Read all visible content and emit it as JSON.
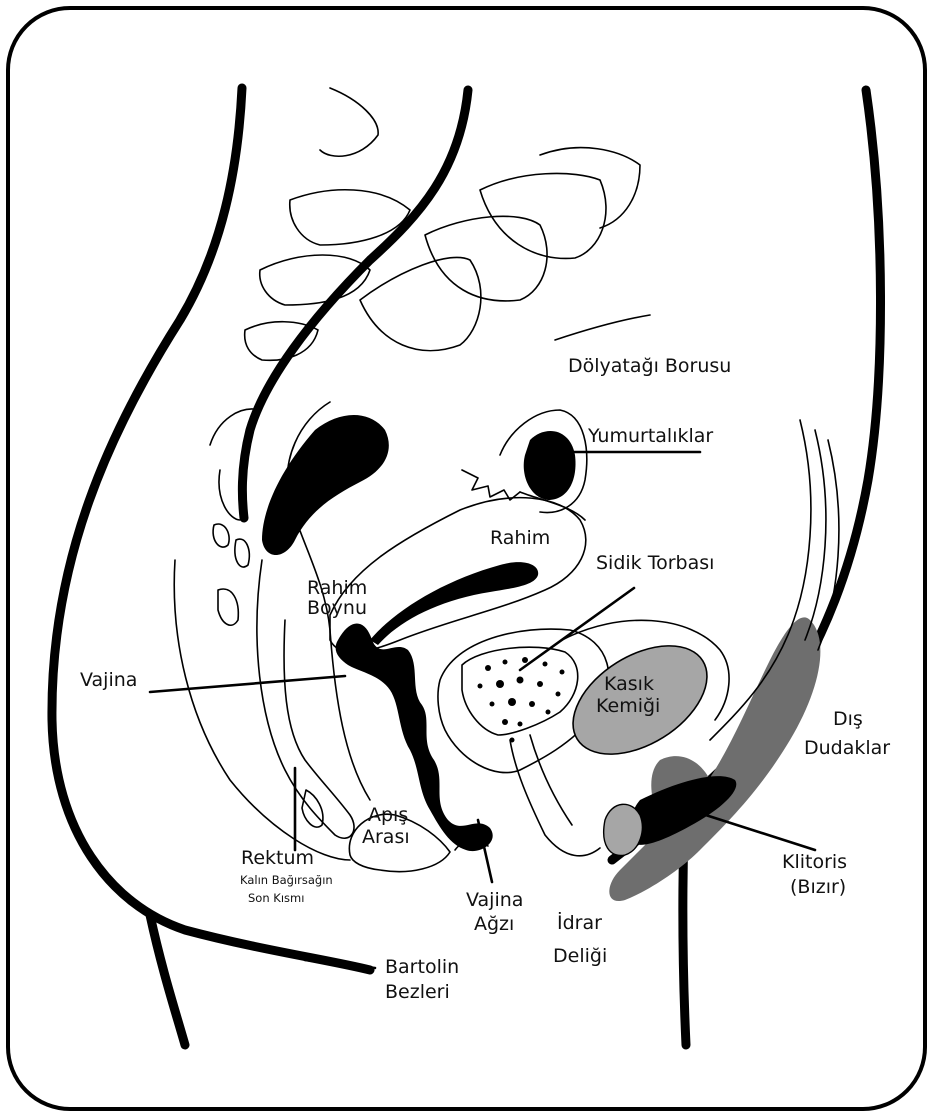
{
  "colors": {
    "background": "#ffffff",
    "ink": "#000000",
    "bone_gray": "#a6a6a6",
    "labia_gray": "#6e6e6e"
  },
  "labels": {
    "fallopian_tube": "Dölyatağı Borusu",
    "ovaries": "Yumurtalıklar",
    "uterus": "Rahim",
    "bladder": "Sidik Torbası",
    "cervix_line1": "Rahim",
    "cervix_line2": "Boynu",
    "vagina": "Vajina",
    "pubic_bone_line1": "Kasık",
    "pubic_bone_line2": "Kemiği",
    "outer_labia_line1": "Dış",
    "outer_labia_line2": "Dudaklar",
    "perineum_line1": "Apış",
    "perineum_line2": "Arası",
    "rectum": "Rektum",
    "rectum_desc_line1": "Kalın Bağırsağın",
    "rectum_desc_line2": "Son Kısmı",
    "vaginal_opening_line1": "Vajina",
    "vaginal_opening_line2": "Ağzı",
    "urethral_opening_line1": "İdrar",
    "urethral_opening_line2": "Deliği",
    "clitoris_line1": "Klitoris",
    "clitoris_line2": "(Bızır)",
    "bartholin_line1": "Bartolin",
    "bartholin_line2": "Bezleri"
  }
}
